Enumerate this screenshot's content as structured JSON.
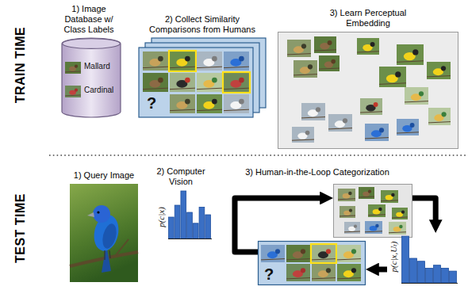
{
  "diagram": {
    "nodes": [
      {
        "text": [
          "1) Image Database w/ Class Labels",
          "Mallard",
          "Cardinal"
        ]
      },
      {
        "text": [
          "2) Collect Similarity Comparisons from Humans",
          "?"
        ]
      },
      {
        "text": [
          "3) Learn Perceptual Embedding"
        ]
      },
      {
        "text": [
          "1) Query Image"
        ]
      },
      {
        "text": [
          "2) Computer Vision",
          "p(c|x)"
        ]
      },
      {
        "text": [
          "3) Human-in-the-Loop Categorization"
        ]
      },
      {
        "text": [
          "p(c|x,Uₜ)"
        ]
      },
      {
        "text": [
          "?"
        ]
      }
    ],
    "edges": [
      {
        "from": 5,
        "to": 6,
        "arrow": "to"
      },
      {
        "from": 6,
        "to": 7,
        "arrow": "to"
      },
      {
        "from": 7,
        "to": 5,
        "arrow": "to"
      }
    ],
    "labels": [
      "TRAIN TIME",
      "TEST TIME"
    ]
  }
}
